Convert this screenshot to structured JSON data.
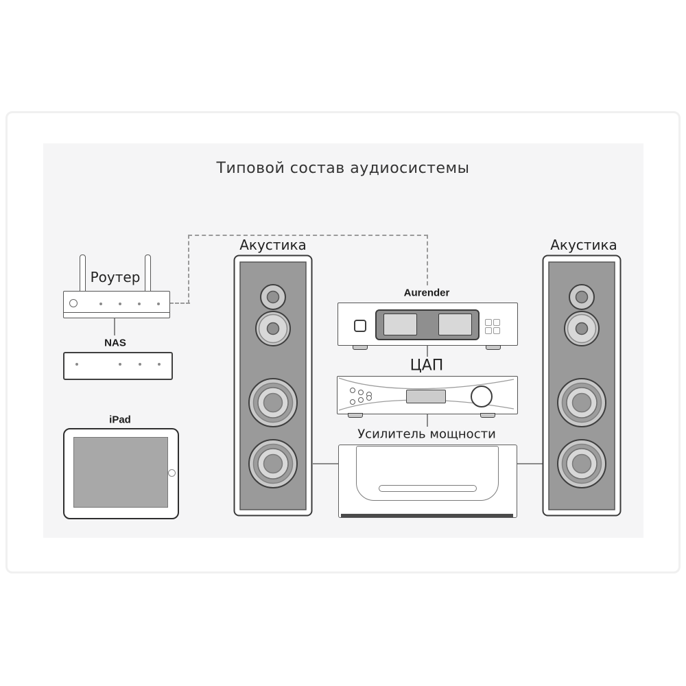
{
  "title": "Типовой состав аудиосистемы",
  "nodes": {
    "router": {
      "label": "Роутер"
    },
    "nas": {
      "label": "NAS"
    },
    "ipad": {
      "label": "iPad"
    },
    "speaker_left": {
      "label": "Акустика"
    },
    "speaker_right": {
      "label": "Акустика"
    },
    "streamer": {
      "label": "Aurender"
    },
    "dac": {
      "label": "ЦАП"
    },
    "amplifier": {
      "label": "Усилитель мощности"
    }
  },
  "connections": [
    {
      "from": "router",
      "to": "nas",
      "style": "solid"
    },
    {
      "from": "router",
      "to": "streamer",
      "style": "dashed"
    },
    {
      "from": "streamer",
      "to": "dac",
      "style": "solid"
    },
    {
      "from": "dac",
      "to": "amplifier",
      "style": "solid"
    },
    {
      "from": "amplifier",
      "to": "speaker_left",
      "style": "solid"
    },
    {
      "from": "amplifier",
      "to": "speaker_right",
      "style": "solid"
    }
  ],
  "colors": {
    "canvas_bg": "#f5f5f6",
    "card_border": "#f0f0f0",
    "solid_line": "#8a8a8a",
    "dashed_line": "#9a9a9a",
    "device_outline": "#555555",
    "speaker_panel": "#9a9a9a",
    "driver_ring": "#c9c9c9",
    "driver_cone": "#d8d8d8",
    "screen_gray": "#a8a8a8"
  }
}
